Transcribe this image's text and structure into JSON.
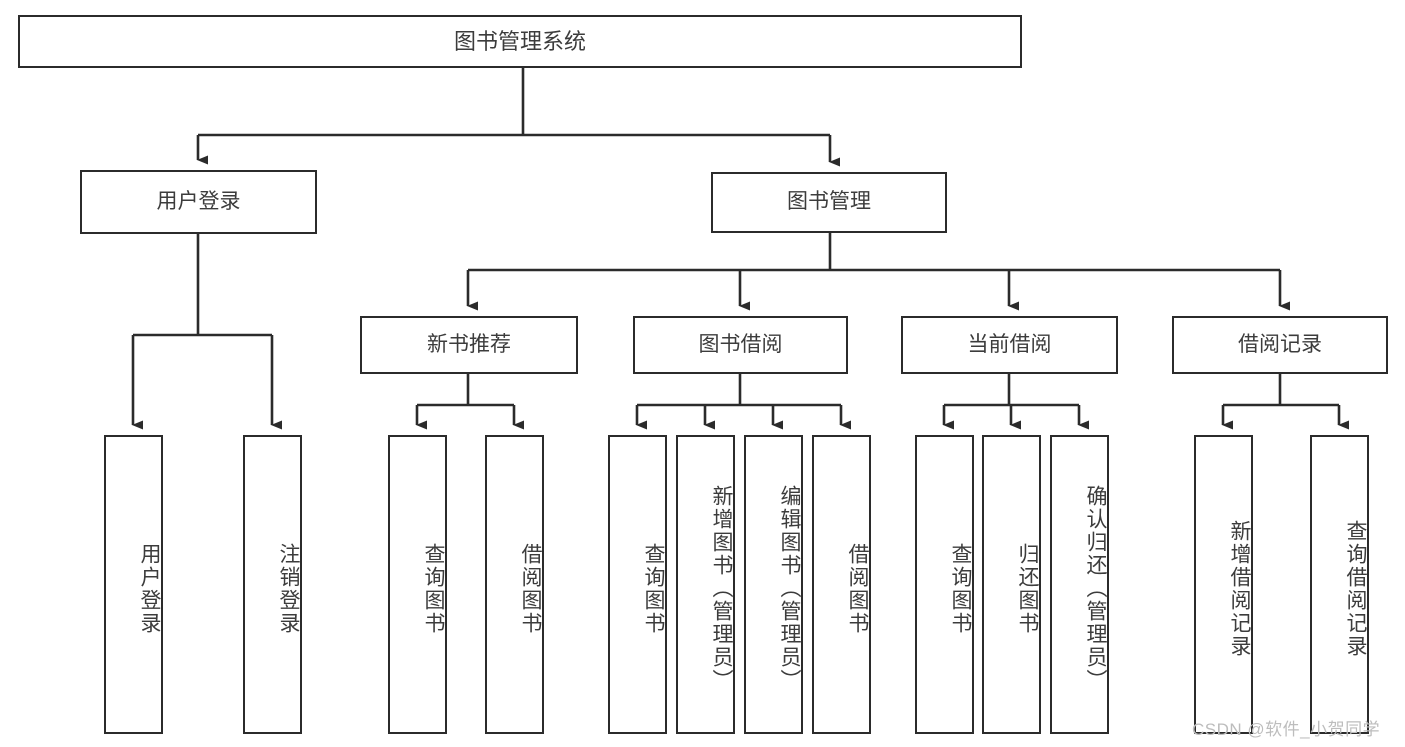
{
  "diagram": {
    "title": "图书管理系统",
    "type": "tree-hierarchy-diagram",
    "colors": {
      "box_border": "#2b2b2b",
      "box_fill": "#ffffff",
      "text": "#3c3c3c",
      "edge": "#2b2b2b",
      "watermark": "#bdbdbd",
      "background": "#ffffff"
    },
    "root": {
      "label": "图书管理系统"
    },
    "level2": [
      {
        "id": "user-login",
        "label": "用户登录"
      },
      {
        "id": "book-management",
        "label": "图书管理"
      }
    ],
    "level3": [
      {
        "id": "new-book-recommend",
        "label": "新书推荐"
      },
      {
        "id": "book-borrow",
        "label": "图书借阅"
      },
      {
        "id": "current-borrow",
        "label": "当前借阅"
      },
      {
        "id": "borrow-record",
        "label": "借阅记录"
      }
    ],
    "leaves": {
      "user_login": [
        {
          "id": "leaf-user-login",
          "label": "用户登录"
        },
        {
          "id": "leaf-logout-login",
          "label": "注销登录"
        }
      ],
      "new_book_recommend": [
        {
          "id": "leaf-query-book-1",
          "label": "查询图书"
        },
        {
          "id": "leaf-borrow-book-1",
          "label": "借阅图书"
        }
      ],
      "book_borrow": [
        {
          "id": "leaf-query-book-2",
          "label": "查询图书"
        },
        {
          "id": "leaf-add-book",
          "label": "新增图书（管理员）"
        },
        {
          "id": "leaf-edit-book",
          "label": "编辑图书（管理员）"
        },
        {
          "id": "leaf-borrow-book-2",
          "label": "借阅图书"
        }
      ],
      "current_borrow": [
        {
          "id": "leaf-query-book-3",
          "label": "查询图书"
        },
        {
          "id": "leaf-return-book",
          "label": "归还图书"
        },
        {
          "id": "leaf-confirm-return",
          "label": "确认归还（管理员）"
        }
      ],
      "borrow_record": [
        {
          "id": "leaf-add-record",
          "label": "新增借阅记录"
        },
        {
          "id": "leaf-query-record",
          "label": "查询借阅记录"
        }
      ]
    },
    "watermark": "CSDN @软件_小贺同学"
  }
}
